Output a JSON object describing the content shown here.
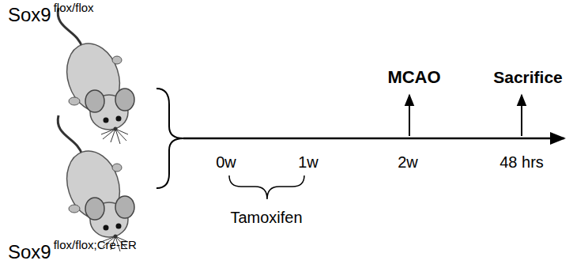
{
  "diagram": {
    "labels": [
      "Sox9",
      "flox/flox",
      "Sox9",
      "flox/flox;Cre-ER",
      "0w",
      "1w",
      "2w",
      "48 hrs",
      "MCAO",
      "Sacrifice",
      "Tamoxifen"
    ]
  }
}
